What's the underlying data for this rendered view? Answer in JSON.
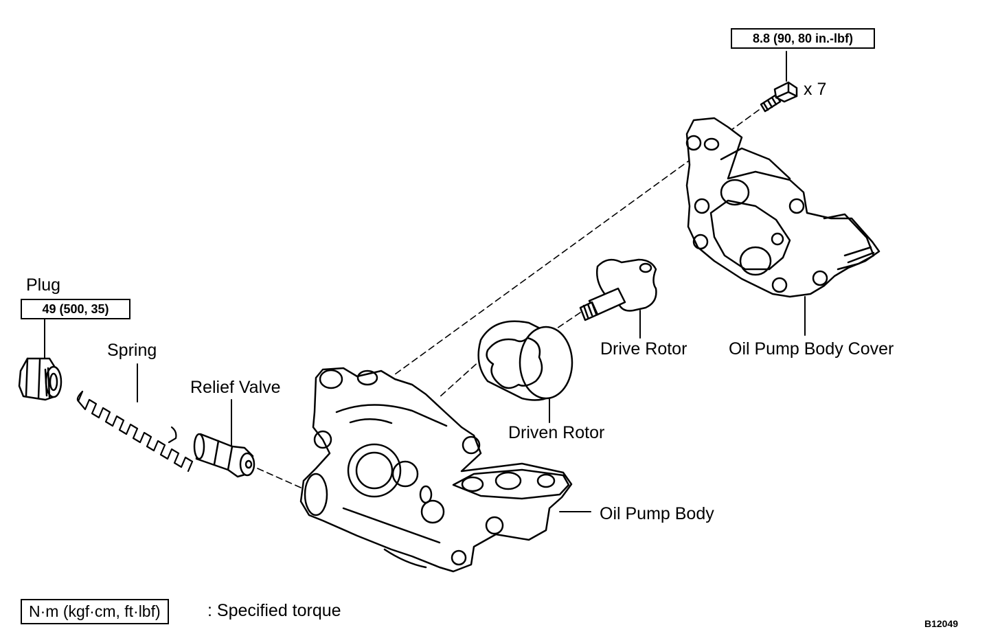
{
  "parts": {
    "plug": "Plug",
    "spring": "Spring",
    "relief_valve": "Relief Valve",
    "oil_pump_body": "Oil Pump Body",
    "driven_rotor": "Driven Rotor",
    "drive_rotor": "Drive Rotor",
    "oil_pump_body_cover": "Oil Pump Body Cover"
  },
  "torques": {
    "plug": "49 (500, 35)",
    "cover_bolt": "8.8 (90, 80 in.-lbf)"
  },
  "bolt_qty": "x 7",
  "legend": {
    "units": "N·m (kgf·cm, ft·lbf)",
    "description": ": Specified torque"
  },
  "figure_code": "B12049"
}
